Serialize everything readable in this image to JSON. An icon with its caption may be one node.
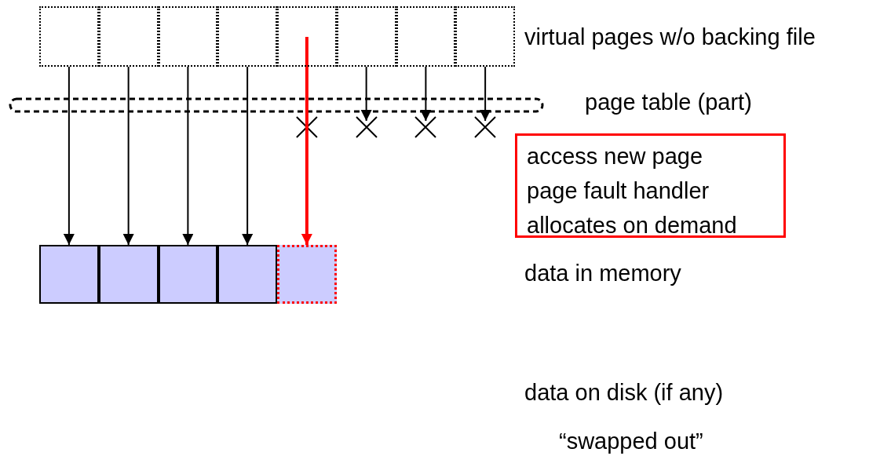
{
  "diagram": {
    "nodes": [
      {
        "text": [],
        "shape": "box"
      },
      {
        "text": [],
        "shape": "box"
      },
      {
        "text": [],
        "shape": "box"
      },
      {
        "text": [],
        "shape": "box"
      },
      {
        "text": [],
        "shape": "box"
      },
      {
        "text": [],
        "shape": "box"
      },
      {
        "text": [],
        "shape": "box"
      },
      {
        "text": [],
        "shape": "box"
      },
      {
        "text": [],
        "shape": "box"
      },
      {
        "text": [],
        "shape": "box"
      },
      {
        "text": [],
        "shape": "box"
      },
      {
        "text": [],
        "shape": "box"
      },
      {
        "text": [],
        "shape": "box"
      },
      {
        "text": [
          "access new page",
          "page fault handler",
          "allocates on demand"
        ]
      },
      {
        "text": [],
        "shape": "cross"
      },
      {
        "text": [],
        "shape": "cross"
      },
      {
        "text": [],
        "shape": "cross"
      }
    ],
    "edges": [
      {
        "from": 0,
        "to": 8,
        "arrow": "to"
      },
      {
        "from": 1,
        "to": 9,
        "arrow": "to"
      },
      {
        "from": 2,
        "to": 10,
        "arrow": "to"
      },
      {
        "from": 3,
        "to": 11,
        "arrow": "to"
      },
      {
        "from": 4,
        "to": 12,
        "arrow": "to",
        "style": "thick",
        "color": "#ff0000"
      },
      {
        "from": 5,
        "to": 14,
        "arrow": "to"
      },
      {
        "from": 6,
        "to": 15,
        "arrow": "to"
      },
      {
        "from": 7,
        "to": 16,
        "arrow": "to"
      }
    ],
    "labels": [
      "virtual pages w/o backing file",
      "page table (part)",
      "data in memory",
      "data on disk (if any)",
      "“swapped out”"
    ]
  }
}
